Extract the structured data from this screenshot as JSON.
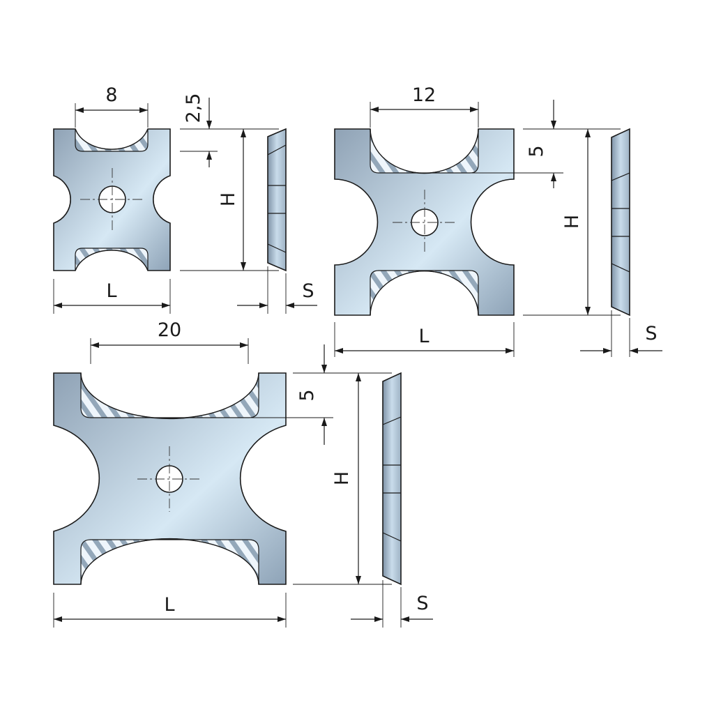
{
  "drawings": [
    {
      "id": "insert-8",
      "width_label": "8",
      "depth_label": "2,5",
      "length_label": "L",
      "height_label": "H",
      "thickness_label": "S"
    },
    {
      "id": "insert-12",
      "width_label": "12",
      "depth_label": "5",
      "length_label": "L",
      "height_label": "H",
      "thickness_label": "S"
    },
    {
      "id": "insert-20",
      "width_label": "20",
      "depth_label": "5",
      "length_label": "L",
      "height_label": "H",
      "thickness_label": "S"
    }
  ],
  "colors": {
    "steel_dark": "#93a6b9",
    "steel_light": "#dfeef8",
    "hatch": "#8fa4b6",
    "line": "#1a1a1a"
  }
}
